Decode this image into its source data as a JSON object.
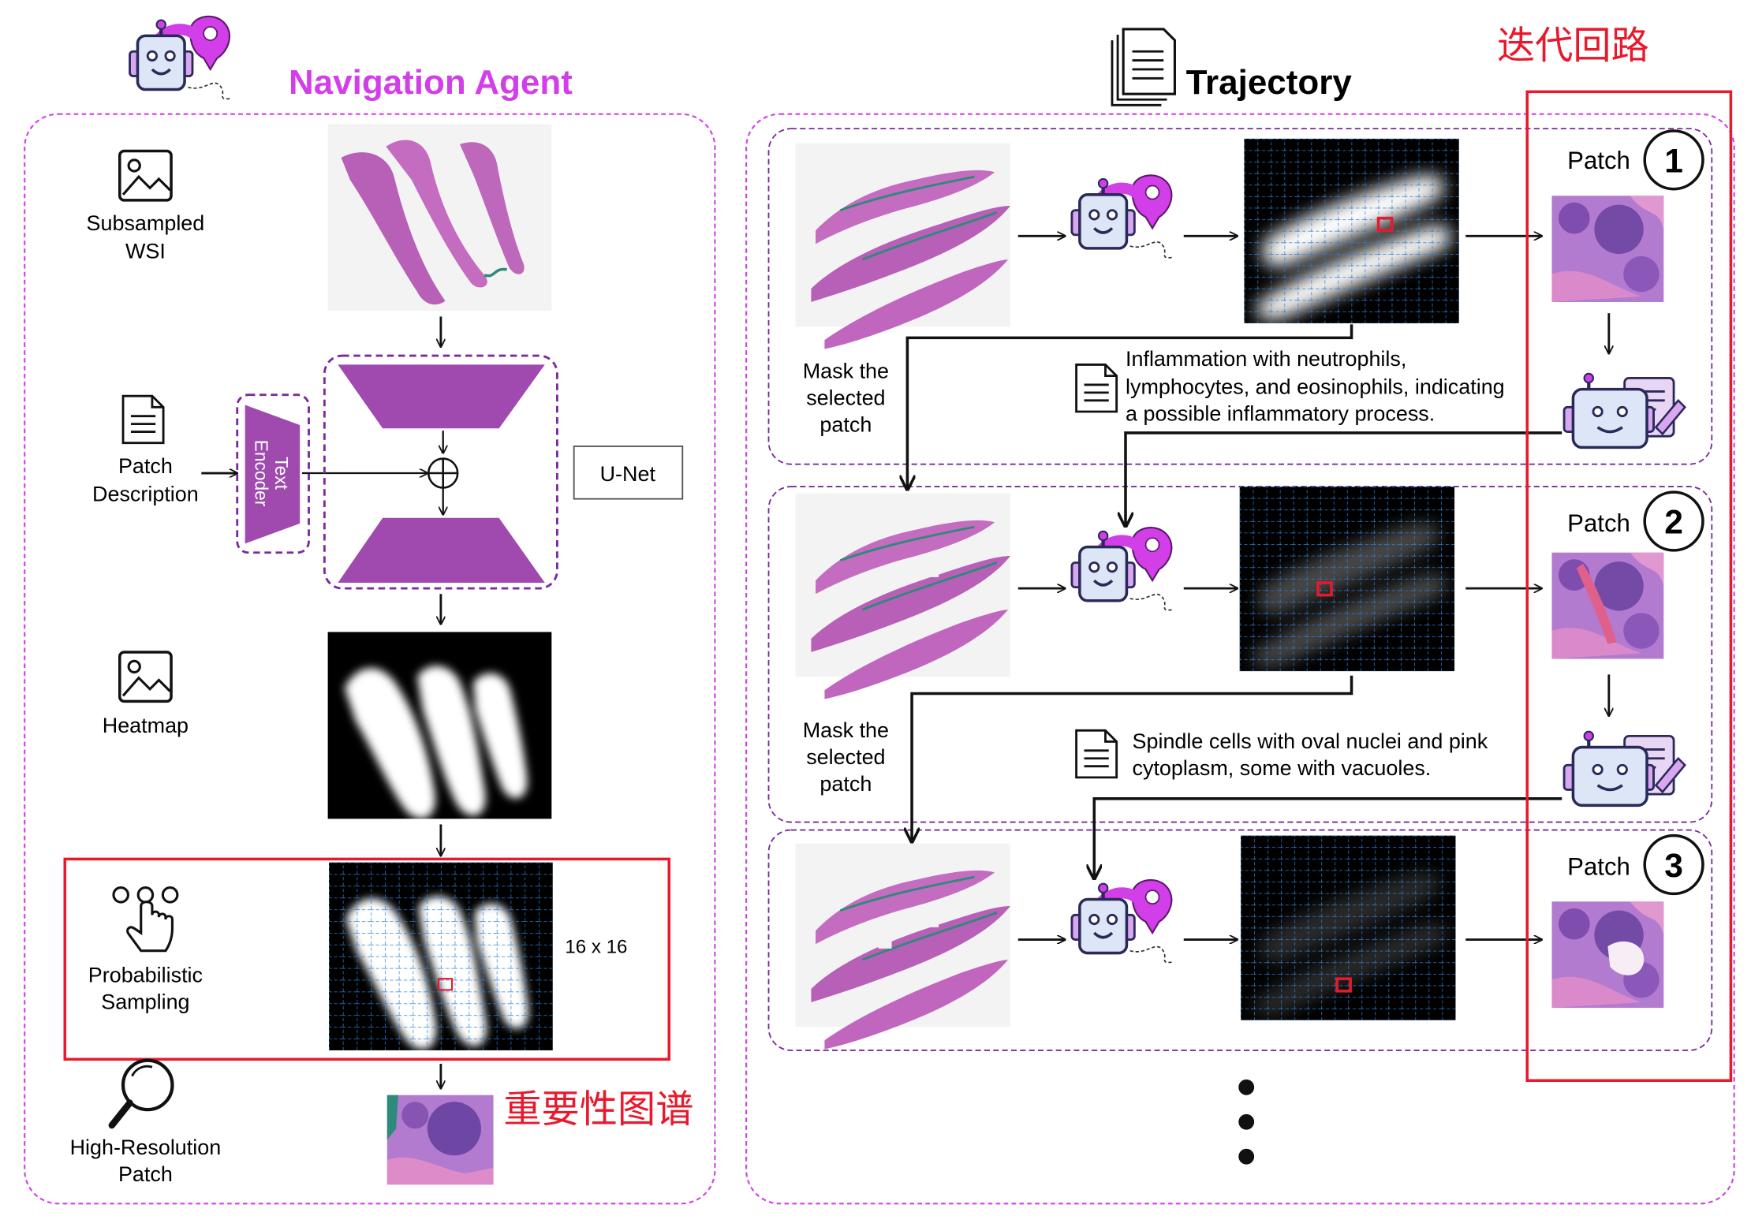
{
  "colors": {
    "magenta": "#d23fe8",
    "purple_panel": "#a04ab0",
    "purple_border": "#7a2a9a",
    "red_highlight": "#e8192c",
    "grid_blue": "#2f7fd4",
    "heatmap_bg": "#000000",
    "tissue_pink": "#c46cc0"
  },
  "left": {
    "title": "Navigation Agent",
    "subsampled_wsi": [
      "Subsampled",
      "WSI"
    ],
    "patch_description": [
      "Patch",
      "Description"
    ],
    "text_encoder": [
      "Text",
      "Encoder"
    ],
    "unet": "U-Net",
    "heatmap": "Heatmap",
    "probabilistic_sampling": [
      "Probabilistic",
      "Sampling"
    ],
    "grid_size": "16 x 16",
    "high_res_patch": [
      "High-Resolution",
      "Patch"
    ],
    "importance_map_cn": "重要性图谱"
  },
  "right": {
    "title": "Trajectory",
    "iteration_loop_cn": "迭代回路",
    "patch_label": "Patch",
    "steps": [
      "1",
      "2",
      "3"
    ],
    "mask_text": [
      "Mask the",
      "selected",
      "patch"
    ],
    "description_1": [
      "Inflammation with neutrophils,",
      "lymphocytes, and eosinophils, indicating",
      "a possible inflammatory process."
    ],
    "description_2": [
      "Spindle cells with oval nuclei and pink",
      "cytoplasm, some with vacuoles."
    ]
  },
  "icons": {
    "robot": "robot-agent-icon",
    "location": "location-pin-icon",
    "image": "image-icon",
    "document": "document-icon",
    "documents": "documents-stack-icon",
    "pointer": "pointer-sampling-icon",
    "magnifier": "magnifier-icon",
    "writer_robot": "robot-writing-icon"
  }
}
